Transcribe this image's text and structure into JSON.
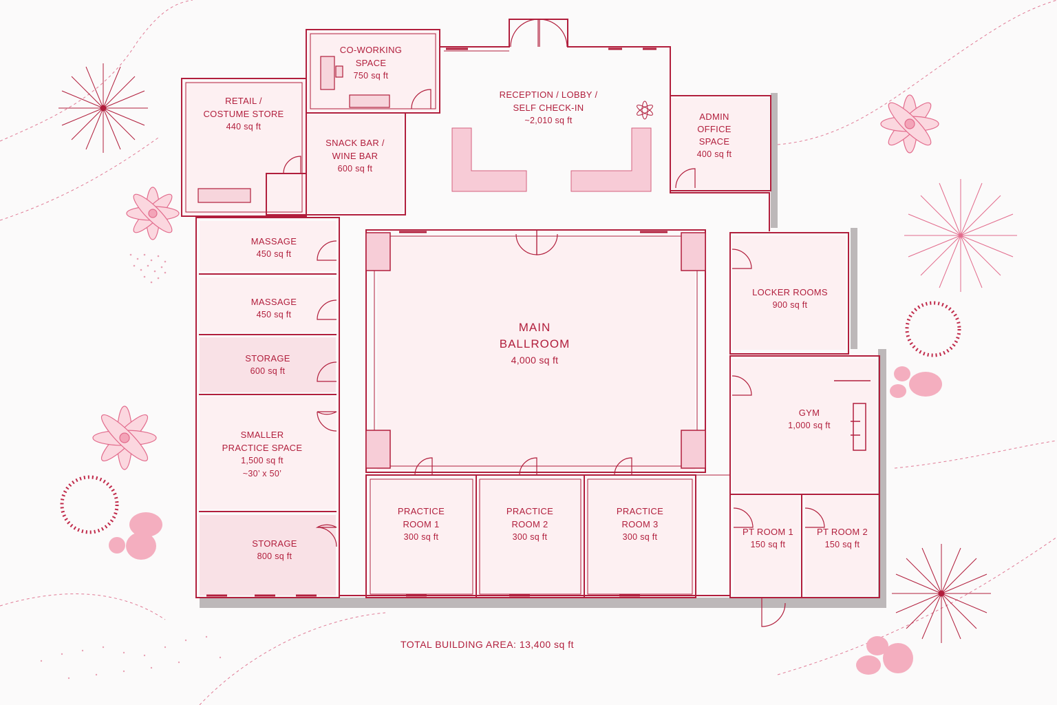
{
  "colors": {
    "wall": "#b11e3c",
    "room_fill": "#fdf0f2",
    "storage_fill": "#f9e1e6",
    "furniture": "#f5c4cf",
    "shadow": "#bdb8b9",
    "deco": "#e8789a"
  },
  "rooms": {
    "coworking": {
      "name1": "CO-WORKING",
      "name2": "SPACE",
      "area": "750 sq ft"
    },
    "retail": {
      "name1": "RETAIL /",
      "name2": "COSTUME STORE",
      "area": "440 sq ft"
    },
    "snack": {
      "name1": "SNACK BAR /",
      "name2": "WINE BAR",
      "area": "600 sq ft"
    },
    "reception": {
      "name1": "RECEPTION  / LOBBY /",
      "name2": "SELF CHECK-IN",
      "area": "~2,010 sq ft"
    },
    "admin": {
      "name1": "ADMIN",
      "name2": "OFFICE",
      "name3": "SPACE",
      "area": "400 sq ft"
    },
    "massage1": {
      "name": "MASSAGE",
      "area": "450 sq ft"
    },
    "massage2": {
      "name": "MASSAGE",
      "area": "450 sq ft"
    },
    "storage1": {
      "name": "STORAGE",
      "area": "600 sq ft"
    },
    "smaller_practice": {
      "name1": "SMALLER",
      "name2": "PRACTICE SPACE",
      "area": "1,500 sq ft",
      "dims": "~30’ x 50’"
    },
    "storage2": {
      "name": "STORAGE",
      "area": "800 sq ft"
    },
    "ballroom": {
      "name1": "MAIN",
      "name2": "BALLROOM",
      "area": "4,000 sq ft"
    },
    "practice1": {
      "name1": "PRACTICE",
      "name2": "ROOM 1",
      "area": "300 sq ft"
    },
    "practice2": {
      "name1": "PRACTICE",
      "name2": "ROOM 2",
      "area": "300 sq ft"
    },
    "practice3": {
      "name1": "PRACTICE",
      "name2": "ROOM 3",
      "area": "300 sq ft"
    },
    "locker": {
      "name": "LOCKER ROOMS",
      "area": "900 sq ft"
    },
    "gym": {
      "name": "GYM",
      "area": "1,000 sq ft"
    },
    "pt1": {
      "name": "PT ROOM 1",
      "area": "150 sq ft"
    },
    "pt2": {
      "name": "PT ROOM 2",
      "area": "150 sq ft"
    }
  },
  "total_area": "TOTAL BUILDING AREA: 13,400 sq ft",
  "icons": [
    "flower-icon",
    "tree-icon",
    "shrub-ring-icon",
    "stepping-stone-icon",
    "door-icon",
    "desk-icon",
    "sofa-icon",
    "dumbbell-icon"
  ]
}
